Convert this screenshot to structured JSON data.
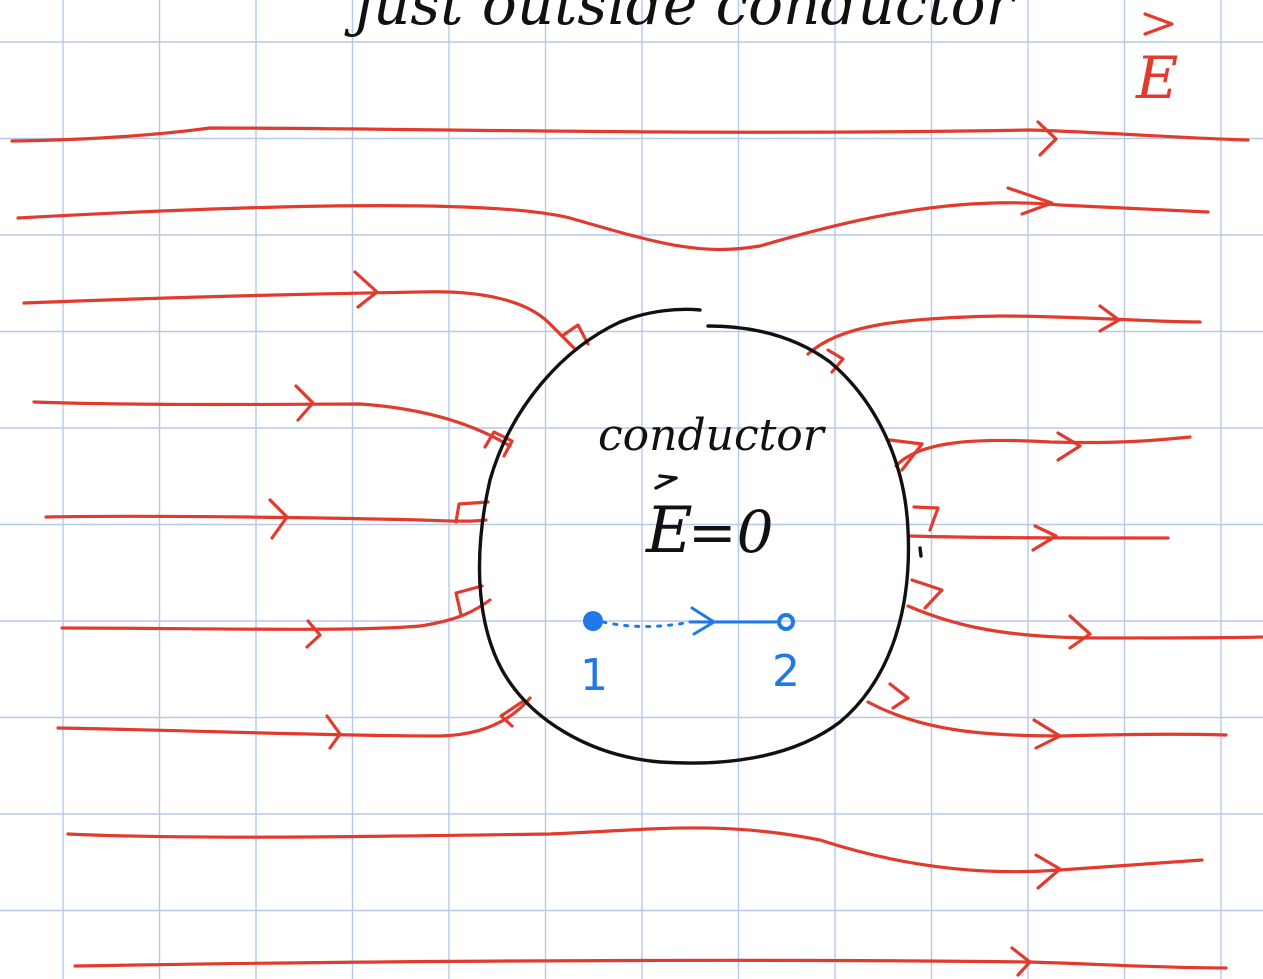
{
  "diagram": {
    "heading": "just outside conductor",
    "field_symbol": "E",
    "conductor_label": "conductor",
    "field_inside_symbol": "E",
    "field_inside_value": "=0",
    "point_1_label": "1",
    "point_2_label": "2",
    "colors": {
      "field_lines": "#e23b2e",
      "conductor": "#111111",
      "path": "#1f7ae8",
      "grid": "#b7c9e6"
    }
  }
}
